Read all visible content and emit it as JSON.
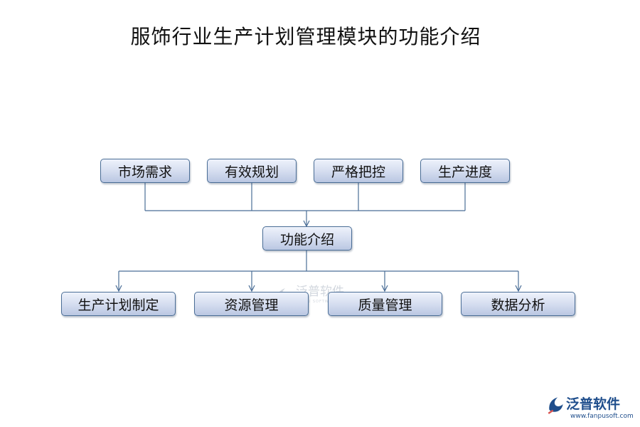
{
  "title": "服饰行业生产计划管理模块的功能介绍",
  "diagram": {
    "top_nodes": [
      "市场需求",
      "有效规划",
      "严格把控",
      "生产进度"
    ],
    "center_node": "功能介绍",
    "bottom_nodes": [
      "生产计划制定",
      "资源管理",
      "质量管理",
      "数据分析"
    ]
  },
  "watermark": {
    "text": "泛普软件",
    "sub": "FANPU SOFTWARE"
  },
  "brand": {
    "name": "泛普软件",
    "url": "www.fanpusoft.com"
  }
}
